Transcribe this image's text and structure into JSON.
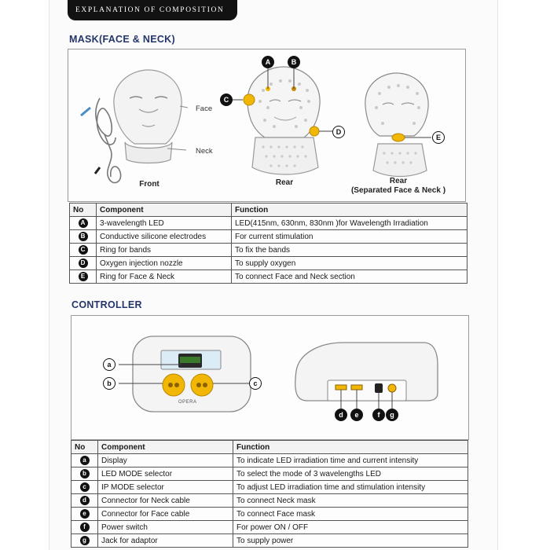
{
  "header": {
    "title": "EXPLANATION OF COMPOSITION"
  },
  "mask_section": {
    "title": "MASK(FACE & NECK)",
    "diagram": {
      "face_label": "Face",
      "neck_label": "Neck",
      "front_caption": "Front",
      "rear_caption": "Rear",
      "rear2_caption": "Rear",
      "rear2_subcaption": "(Separated Face & Neck )",
      "callouts": [
        "A",
        "B",
        "C",
        "D",
        "E"
      ]
    },
    "table": {
      "headers": [
        "No",
        "Component",
        "Function"
      ],
      "rows": [
        {
          "no": "A",
          "component": "3-wavelength LED",
          "function": "LED(415nm, 630nm, 830nm )for Wavelength Irradiation"
        },
        {
          "no": "B",
          "component": "Conductive silicone electrodes",
          "function": "For current stimulation"
        },
        {
          "no": "C",
          "component": "Ring for bands",
          "function": "To fix the bands"
        },
        {
          "no": "D",
          "component": "Oxygen injection nozzle",
          "function": "To supply oxygen"
        },
        {
          "no": "E",
          "component": "Ring for Face & Neck",
          "function": "To connect Face and Neck section"
        }
      ]
    }
  },
  "controller_section": {
    "title": "CONTROLLER",
    "diagram": {
      "callouts_left": [
        "a",
        "b",
        "c"
      ],
      "callouts_right": [
        "d",
        "e",
        "f",
        "g"
      ],
      "brand": "OPERA"
    },
    "table": {
      "headers": [
        "No",
        "Component",
        "Function"
      ],
      "rows": [
        {
          "no": "a",
          "component": "Display",
          "function": "To indicate LED irradiation time and current intensity"
        },
        {
          "no": "b",
          "component": "LED MODE selector",
          "function": "To select the mode of 3 wavelengths LED"
        },
        {
          "no": "c",
          "component": "IP MODE selector",
          "function": "To adjust LED irradiation time and stimulation intensity"
        },
        {
          "no": "d",
          "component": "Connector for Neck cable",
          "function": "To connect Neck mask"
        },
        {
          "no": "e",
          "component": "Connector for Face cable",
          "function": "To connect Face mask"
        },
        {
          "no": "f",
          "component": "Power switch",
          "function": "For power ON / OFF"
        },
        {
          "no": "g",
          "component": "Jack for adaptor",
          "function": "To supply power"
        }
      ]
    }
  },
  "colors": {
    "title_blue": "#24356b",
    "led_yellow": "#f2b705",
    "header_black": "#121212"
  }
}
